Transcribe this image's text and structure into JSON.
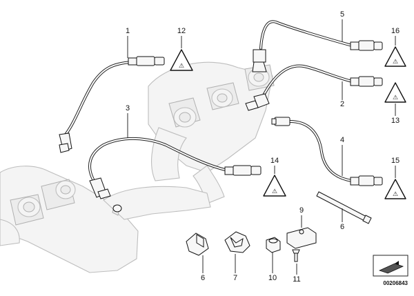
{
  "diagram": {
    "callouts": {
      "c1": "1",
      "c2": "2",
      "c3": "3",
      "c4": "4",
      "c5": "5",
      "c6": "6",
      "c6b": "6",
      "c7": "7",
      "c9": "9",
      "c10": "10",
      "c11": "11",
      "c12": "12",
      "c13": "13",
      "c14": "14",
      "c15": "15",
      "c16": "16"
    },
    "reference_code": "00206843"
  }
}
